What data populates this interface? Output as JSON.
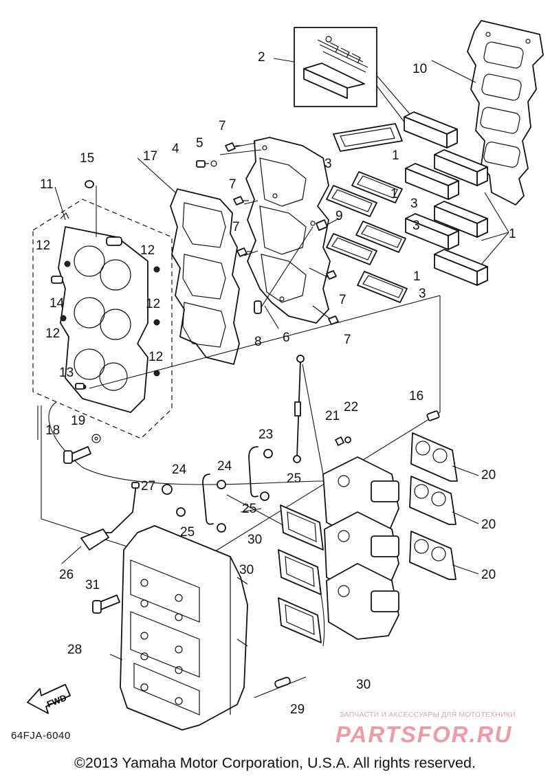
{
  "diagram": {
    "code": "64FJA-6040",
    "fwd_label": "FWD",
    "callouts": [
      "1",
      "1",
      "1",
      "1",
      "2",
      "3",
      "3",
      "3",
      "3",
      "4",
      "5",
      "6",
      "7",
      "7",
      "7",
      "7",
      "7",
      "7",
      "8",
      "9",
      "10",
      "11",
      "12",
      "12",
      "12",
      "12",
      "12",
      "13",
      "14",
      "15",
      "16",
      "17",
      "18",
      "19",
      "20",
      "20",
      "20",
      "21",
      "22",
      "23",
      "24",
      "24",
      "25",
      "25",
      "25",
      "26",
      "27",
      "28",
      "29",
      "30",
      "30",
      "30",
      "31"
    ]
  },
  "watermark": {
    "small": "ЗАПЧАСТИ И АКСЕССУАРЫ ДЛЯ МОТОТЕХНИКИ",
    "big": "PARTSFOR.RU"
  },
  "copyright": "©2013 Yamaha Motor Corporation, U.S.A. All rights reserved."
}
